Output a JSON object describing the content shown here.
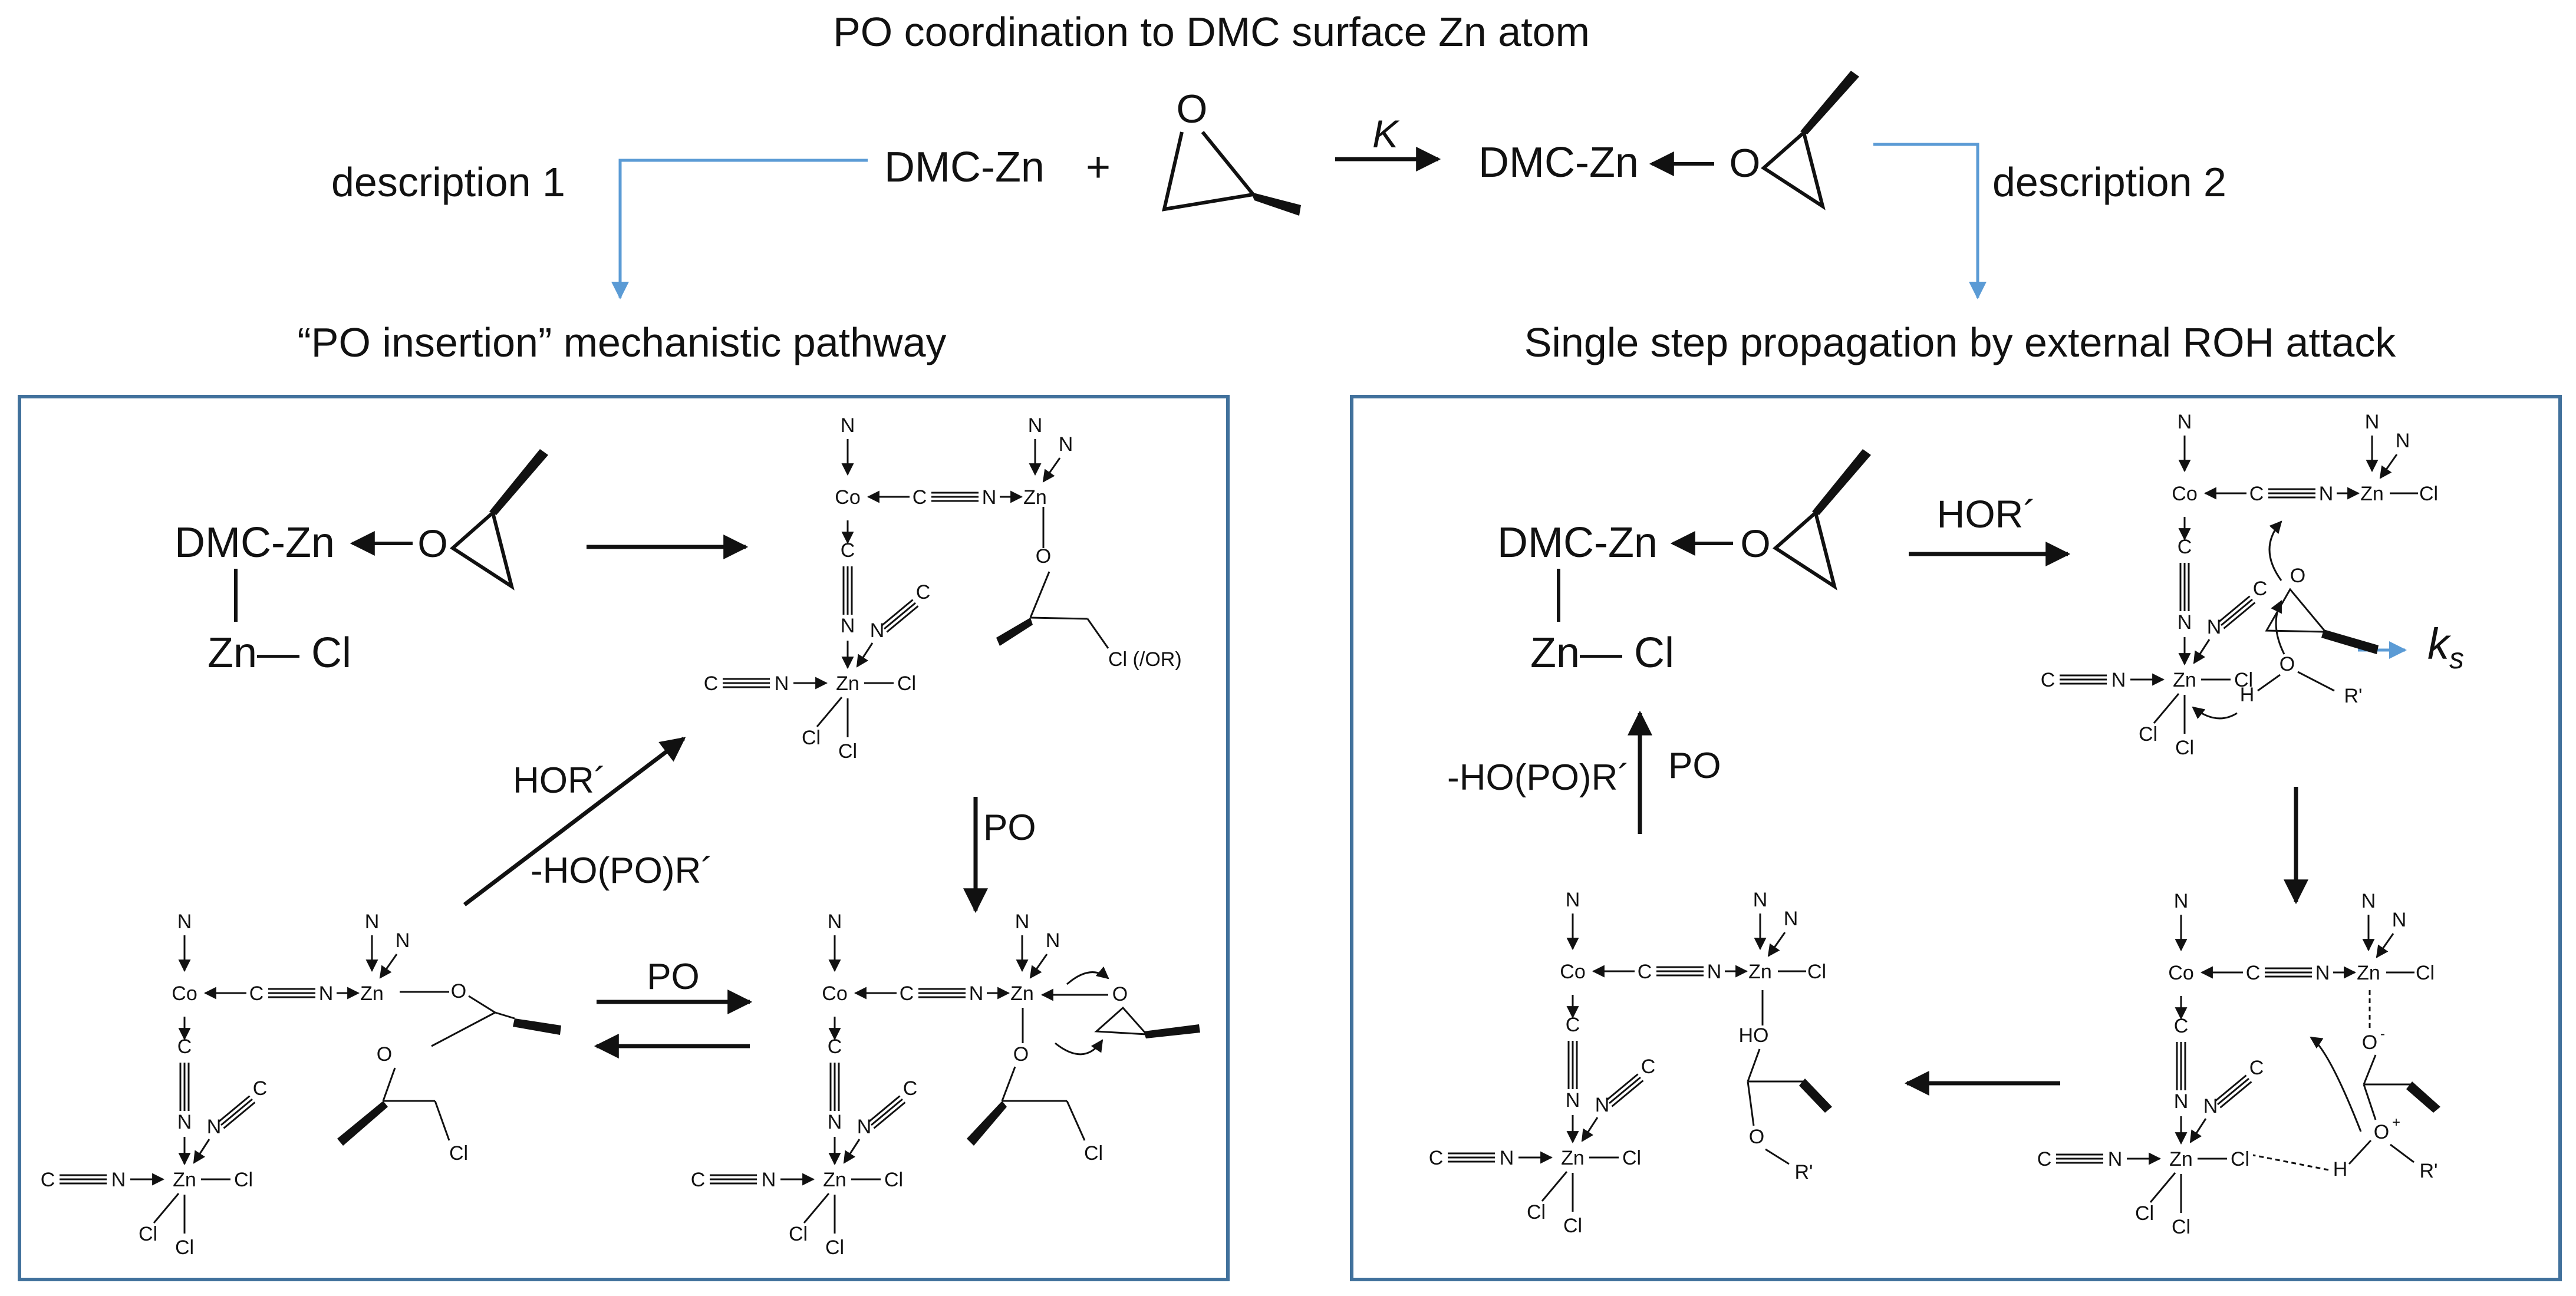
{
  "title": "PO coordination to DMC surface Zn atom",
  "reaction": {
    "dmc_zn": "DMC-Zn",
    "plus": "+",
    "k_label": "K",
    "epoxide_o": "O"
  },
  "description_1": "description 1",
  "description_2": "description 2",
  "left_heading": "“PO insertion” mechanistic pathway",
  "right_heading": "Single step propagation by external ROH attack",
  "left_panel": {
    "dmc_zn": "DMC-Zn",
    "zn_cl": "Zn— Cl",
    "epoxide_o": "O",
    "hor_label": "HOR´",
    "minus_label": "-HO(PO)R´",
    "po_down": "PO",
    "po_eq": "PO",
    "cl_or": "Cl (/OR)"
  },
  "right_panel": {
    "dmc_zn": "DMC-Zn",
    "zn_cl": "Zn— Cl",
    "epoxide_o": "O",
    "hor_label": "HOR´",
    "minus_label": "-HO(PO)R´",
    "po_up": "PO",
    "ks_label": "k",
    "ks_sub": "s",
    "h_label": "H",
    "o_label": "O",
    "r_label": "R'",
    "ho_label": "HO",
    "o_minus": "O",
    "o_plus": "O"
  },
  "atoms": {
    "co": "Co",
    "zn": "Zn",
    "n": "N",
    "c": "C",
    "cl": "Cl",
    "o": "O"
  },
  "colors": {
    "accent_blue": "#5b9bd5",
    "panel_border": "#41719c",
    "ink": "#111111"
  }
}
